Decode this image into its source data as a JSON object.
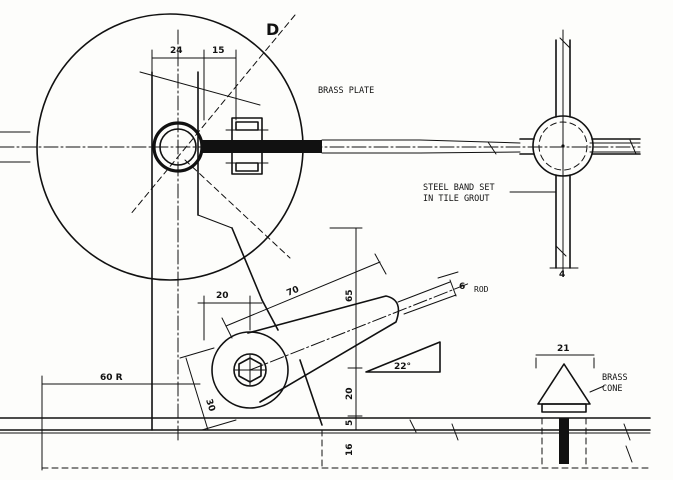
{
  "labels": {
    "section": "D",
    "brass_plate": "BRASS PLATE",
    "steel_band_line1": "STEEL BAND SET",
    "steel_band_line2": "IN TILE GROUT",
    "rod": "ROD",
    "brass_cone_line1": "BRASS",
    "brass_cone_line2": "CONE"
  },
  "dimensions": {
    "d24": "24",
    "d15": "15",
    "d20": "20",
    "d70": "70",
    "d65": "65",
    "d6": "6",
    "d22": "22°",
    "d60r": "60 R",
    "d30": "30",
    "v20": "20",
    "v5": "5",
    "v16": "16",
    "d21": "21",
    "d4": "4"
  }
}
